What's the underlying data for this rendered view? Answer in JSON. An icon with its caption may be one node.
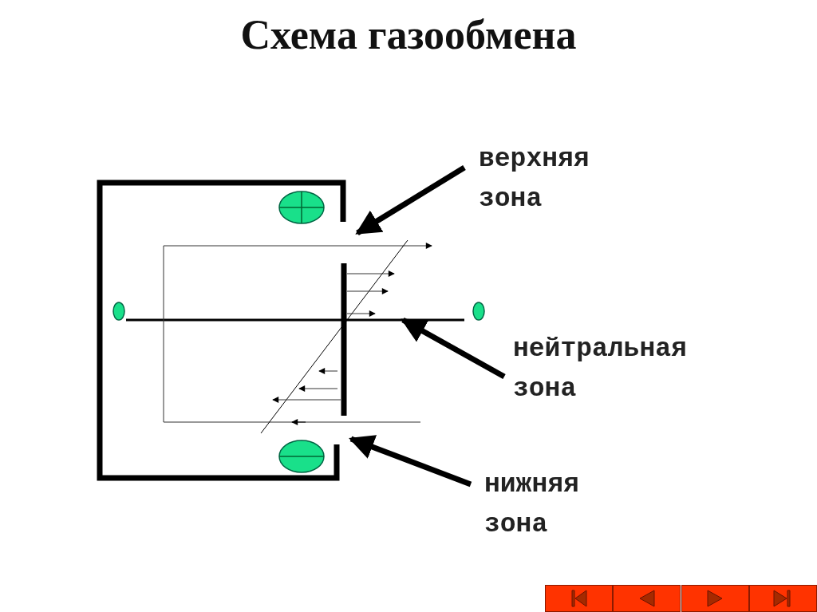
{
  "diagram": {
    "title": "Схема газообмена",
    "nodes": [
      {
        "text": [
          "верхняя зона"
        ]
      },
      {
        "text": [
          "нейтральная зона"
        ]
      },
      {
        "text": [
          "нижняя зона"
        ]
      }
    ],
    "edges": [
      {
        "from": 0,
        "to": null,
        "arrow": "to"
      },
      {
        "from": 1,
        "to": null,
        "arrow": "to"
      },
      {
        "from": 2,
        "to": null,
        "arrow": "to"
      }
    ]
  }
}
